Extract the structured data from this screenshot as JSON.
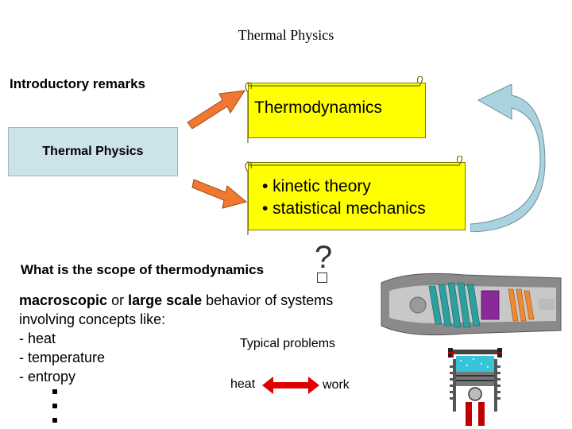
{
  "slide": {
    "title": "Thermal Physics",
    "intro_label": "Introductory remarks",
    "center_box": "Thermal Physics",
    "scroll_top": "Thermodynamics",
    "scroll_bottom_items": [
      "• kinetic theory",
      "• statistical mechanics"
    ],
    "scope_question": "What is the scope of thermodynamics",
    "body_lines": {
      "macroscopic": "macroscopic",
      "or": " or ",
      "large_scale": "large scale",
      "rest": " behavior of systems",
      "line2": "involving concepts like:",
      "bullets": [
        " - heat",
        " - temperature",
        " - entropy"
      ]
    },
    "typical_problems": "Typical problems",
    "heat_label": "heat",
    "work_label": "work"
  },
  "icons": [
    "question-mark-icon",
    "right-arrow-icon",
    "curved-return-arrow-icon",
    "double-arrow-icon"
  ],
  "colors": {
    "scroll_fill": "#ffff00",
    "box_fill": "#cde3ea",
    "arrow_orange": "#f07830",
    "double_arrow_red": "#e00000",
    "curved_arrow": "#a9d3de"
  }
}
